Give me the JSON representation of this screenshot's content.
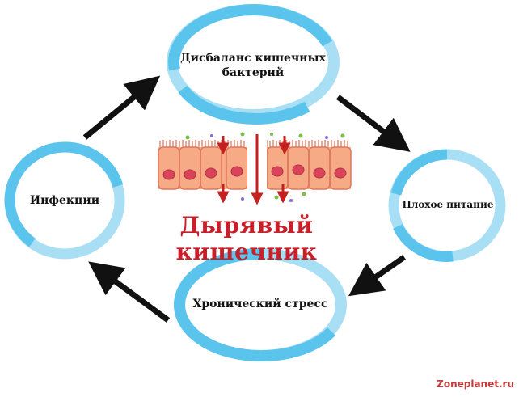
{
  "diagram": {
    "type": "cycle",
    "nodes": [
      {
        "id": "dysbiosis",
        "label": "Дисбаланс кишечных бактерий"
      },
      {
        "id": "poor-nutrition",
        "label": "Плохое питание"
      },
      {
        "id": "chronic-stress",
        "label": "Хронический стресс"
      },
      {
        "id": "infections",
        "label": "Инфекции"
      }
    ],
    "edges": [
      {
        "from": "infections",
        "to": "dysbiosis"
      },
      {
        "from": "dysbiosis",
        "to": "poor-nutrition"
      },
      {
        "from": "poor-nutrition",
        "to": "chronic-stress"
      },
      {
        "from": "chronic-stress",
        "to": "infections"
      }
    ],
    "center_title": "Дырявый кишечник",
    "watermark": "Zoneplanet.ru"
  },
  "colors": {
    "ring_dark": "#5bc4ec",
    "ring_light": "#a9dff5",
    "arrow": "#111111",
    "title": "#c8202a",
    "cell_fill": "#f4a481",
    "cell_border": "#e0765a",
    "nucleus": "#d9445a",
    "gut_arrow": "#c42020"
  }
}
